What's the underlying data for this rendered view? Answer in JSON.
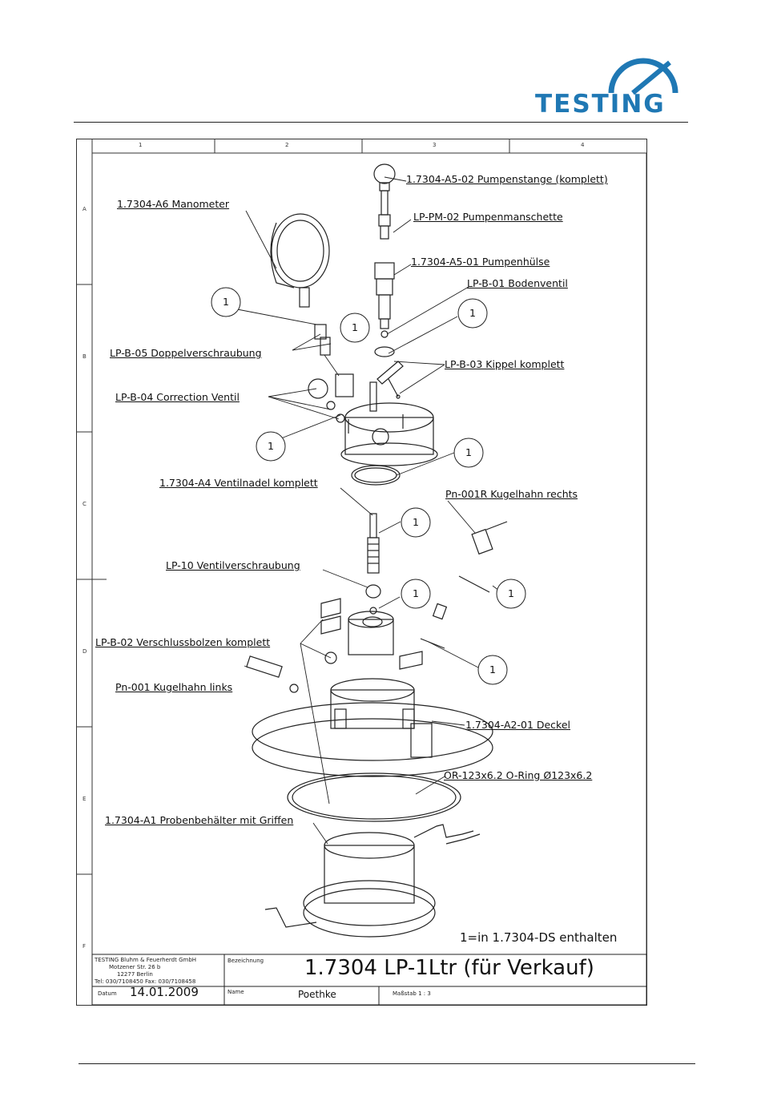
{
  "logo": {
    "text": "TESTING",
    "color": "#1f78b4"
  },
  "drawing": {
    "zones": {
      "columns": [
        "1",
        "2",
        "3",
        "4"
      ],
      "rows": [
        "A",
        "B",
        "C",
        "D",
        "E",
        "F"
      ]
    },
    "callout_symbol": "1",
    "labels": [
      "1.7304-A5-02 Pumpenstange (komplett)",
      "LP-PM-02 Pumpenmanschette",
      "1.7304-A6 Manometer",
      "1.7304-A5-01 Pumpenhülse",
      "LP-B-01 Bodenventil",
      "LP-B-05 Doppelverschraubung",
      "LP-B-03 Kippel komplett",
      "LP-B-04 Correction Ventil",
      "1.7304-A4 Ventilnadel komplett",
      "Pn-001R Kugelhahn rechts",
      "LP-10 Ventilverschraubung",
      "LP-B-02 Verschlussbolzen komplett",
      "Pn-001 Kugelhahn links",
      "1.7304-A2-01 Deckel",
      "OR-123x6.2 O-Ring Ø123x6.2",
      "1.7304-A1 Probenbehälter mit Griffen"
    ],
    "note": "1=in 1.7304-DS enthalten"
  },
  "title_block": {
    "company": "TESTING Bluhm & Feuerherdt GmbH",
    "street": "Motzener Str. 26 b",
    "city": "12277 Berlin",
    "contact": "Tel: 030/7108450 Fax: 030/7108458",
    "bezeichnung_label": "Bezeichnung",
    "title": "1.7304 LP-1Ltr (für Verkauf)",
    "datum_label": "Datum",
    "date": "14.01.2009",
    "name_label": "Name",
    "name": "Poethke",
    "scale_label": "Maßstab 1 : 3"
  }
}
